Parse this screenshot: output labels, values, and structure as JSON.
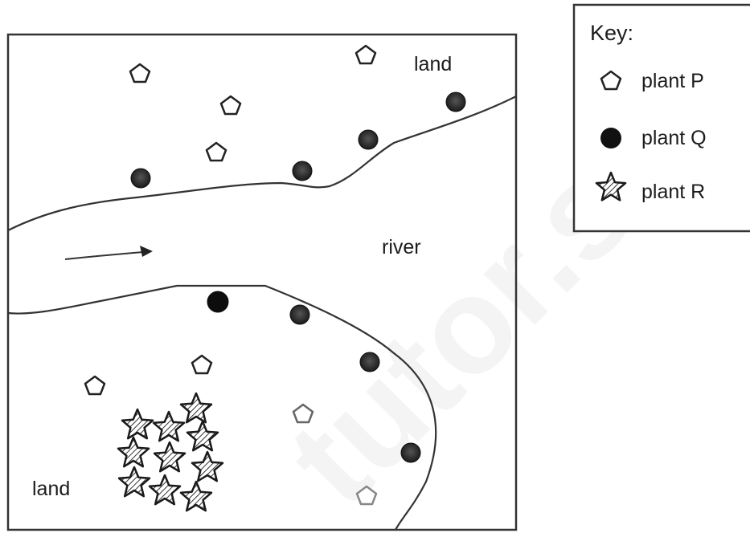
{
  "map": {
    "label_land_top": "land",
    "label_land_bottom": "land",
    "label_river": "river"
  },
  "key": {
    "title": "Key:",
    "items": [
      {
        "label": "plant P",
        "icon": "pentagon-outline-icon"
      },
      {
        "label": "plant Q",
        "icon": "filled-circle-icon"
      },
      {
        "label": "plant R",
        "icon": "hatched-star-icon"
      }
    ]
  },
  "watermark": "tutor.s"
}
